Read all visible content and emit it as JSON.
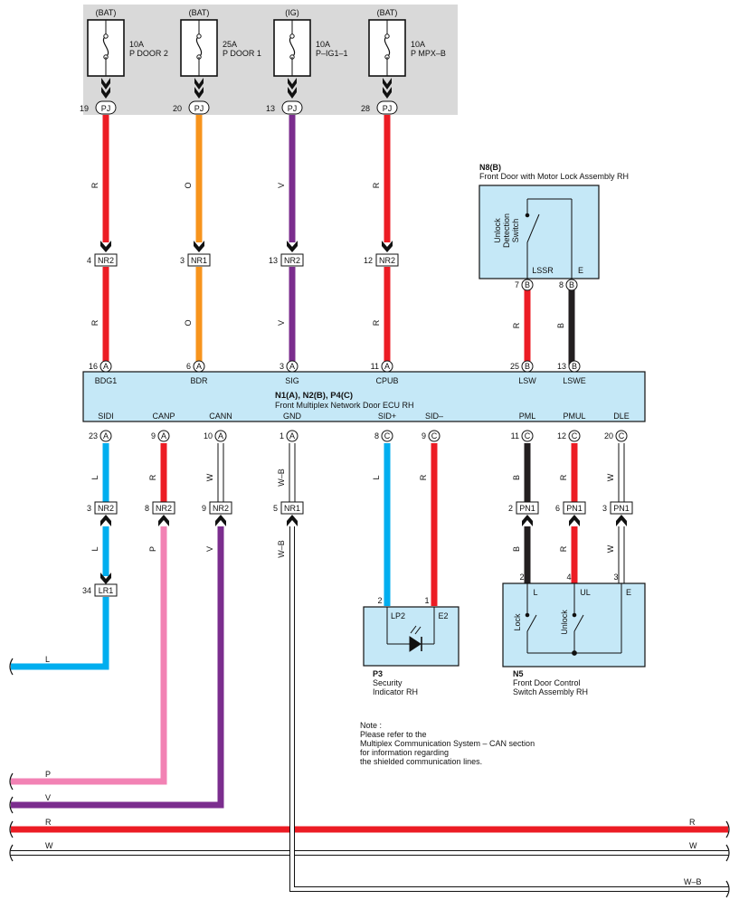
{
  "fuses": [
    {
      "source": "(BAT)",
      "rating": "10A",
      "name": "P DOOR 2",
      "pin": "19",
      "conn": "PJ"
    },
    {
      "source": "(BAT)",
      "rating": "25A",
      "name": "P DOOR 1",
      "pin": "20",
      "conn": "PJ"
    },
    {
      "source": "(IG)",
      "rating": "10A",
      "name": "P–IG1–1",
      "pin": "13",
      "conn": "PJ"
    },
    {
      "source": "(BAT)",
      "rating": "10A",
      "name": "P MPX–B",
      "pin": "28",
      "conn": "PJ"
    }
  ],
  "top_wires": [
    {
      "color_code": "R",
      "color": "#ec1c24",
      "join_pin": "4",
      "join": "NR2",
      "ecu_pin": "16",
      "ecu_conn": "A",
      "terminal": "BDG1"
    },
    {
      "color_code": "O",
      "color": "#f7941d",
      "join_pin": "3",
      "join": "NR1",
      "ecu_pin": "6",
      "ecu_conn": "A",
      "terminal": "BDR"
    },
    {
      "color_code": "V",
      "color": "#7b2d8e",
      "join_pin": "13",
      "join": "NR2",
      "ecu_pin": "3",
      "ecu_conn": "A",
      "terminal": "SIG"
    },
    {
      "color_code": "R",
      "color": "#ec1c24",
      "join_pin": "12",
      "join": "NR2",
      "ecu_pin": "11",
      "ecu_conn": "A",
      "terminal": "CPUB"
    }
  ],
  "ecu": {
    "title": "N1(A), N2(B), P4(C)",
    "subtitle": "Front Multiplex Network Door ECU RH",
    "top_right_pins": [
      {
        "pin": "25",
        "conn": "B",
        "terminal": "LSW"
      },
      {
        "pin": "13",
        "conn": "B",
        "terminal": "LSWE"
      }
    ],
    "bottom_pins": [
      {
        "pin": "23",
        "conn": "A",
        "terminal": "SIDI",
        "color_code": "L"
      },
      {
        "pin": "9",
        "conn": "A",
        "terminal": "CANP",
        "color_code": "R"
      },
      {
        "pin": "10",
        "conn": "A",
        "terminal": "CANN",
        "color_code": "W"
      },
      {
        "pin": "1",
        "conn": "A",
        "terminal": "GND",
        "color_code": "W–B"
      },
      {
        "pin": "8",
        "conn": "C",
        "terminal": "SID+",
        "color_code": "L"
      },
      {
        "pin": "9",
        "conn": "C",
        "terminal": "SID–",
        "color_code": "R"
      },
      {
        "pin": "11",
        "conn": "C",
        "terminal": "PML",
        "color_code": "B"
      },
      {
        "pin": "12",
        "conn": "C",
        "terminal": "PMUL",
        "color_code": "R"
      },
      {
        "pin": "20",
        "conn": "C",
        "terminal": "DLE",
        "color_code": "W"
      }
    ]
  },
  "n8": {
    "ref": "N8(B)",
    "name": "Front Door with Motor Lock Assembly RH",
    "switch_label_1": "Unlock",
    "switch_label_2": "Detection",
    "switch_label_3": "Switch",
    "term_lssr": "LSSR",
    "term_e": "E",
    "pin_lssr": "7",
    "pin_e": "8",
    "conn": "B",
    "wire_lssr_code": "R",
    "wire_e_code": "B"
  },
  "lower_joins": [
    {
      "pin": "3",
      "join": "NR2",
      "below_code": "L"
    },
    {
      "pin": "8",
      "join": "NR2",
      "below_code": "P"
    },
    {
      "pin": "9",
      "join": "NR2",
      "below_code": "V"
    },
    {
      "pin": "5",
      "join": "NR1",
      "below_code": "W–B"
    }
  ],
  "lr1": {
    "pin": "34",
    "join": "LR1"
  },
  "pn1_joins": [
    {
      "pin": "2",
      "join": "PN1",
      "below_code": "B"
    },
    {
      "pin": "6",
      "join": "PN1",
      "below_code": "R"
    },
    {
      "pin": "3",
      "join": "PN1",
      "below_code": "W"
    }
  ],
  "p3": {
    "ref": "P3",
    "name_line1": "Security",
    "name_line2": "Indicator RH",
    "pin_lp2": "2",
    "pin_e2": "1",
    "term_lp2": "LP2",
    "term_e2": "E2"
  },
  "n5": {
    "ref": "N5",
    "name_line1": "Front Door Control",
    "name_line2": "Switch Assembly RH",
    "pin_l": "2",
    "pin_ul": "4",
    "pin_e": "3",
    "term_l": "L",
    "term_ul": "UL",
    "term_e": "E",
    "lock": "Lock",
    "unlock": "Unlock"
  },
  "note": {
    "line1": "Note :",
    "line2": "Please refer to the",
    "line3": "Multiplex Communication System – CAN section",
    "line4": "for information regarding",
    "line5": "the shielded communication lines."
  },
  "bus_lines": [
    {
      "code": "L",
      "color": "#00aeef"
    },
    {
      "code": "P",
      "color": "#f282b4"
    },
    {
      "code": "V",
      "color": "#7b2d8e"
    },
    {
      "code": "R",
      "color": "#ec1c24"
    },
    {
      "code": "W",
      "color": "#ffffff"
    },
    {
      "code": "W–B",
      "color": "#ffffff"
    }
  ],
  "colors": {
    "panel": "#d9d9d9",
    "component": "#c5e8f7",
    "red": "#ec1c24",
    "orange": "#f7941d",
    "violet": "#7b2d8e",
    "blue": "#00aeef",
    "pink": "#f282b4",
    "black": "#231f20"
  }
}
